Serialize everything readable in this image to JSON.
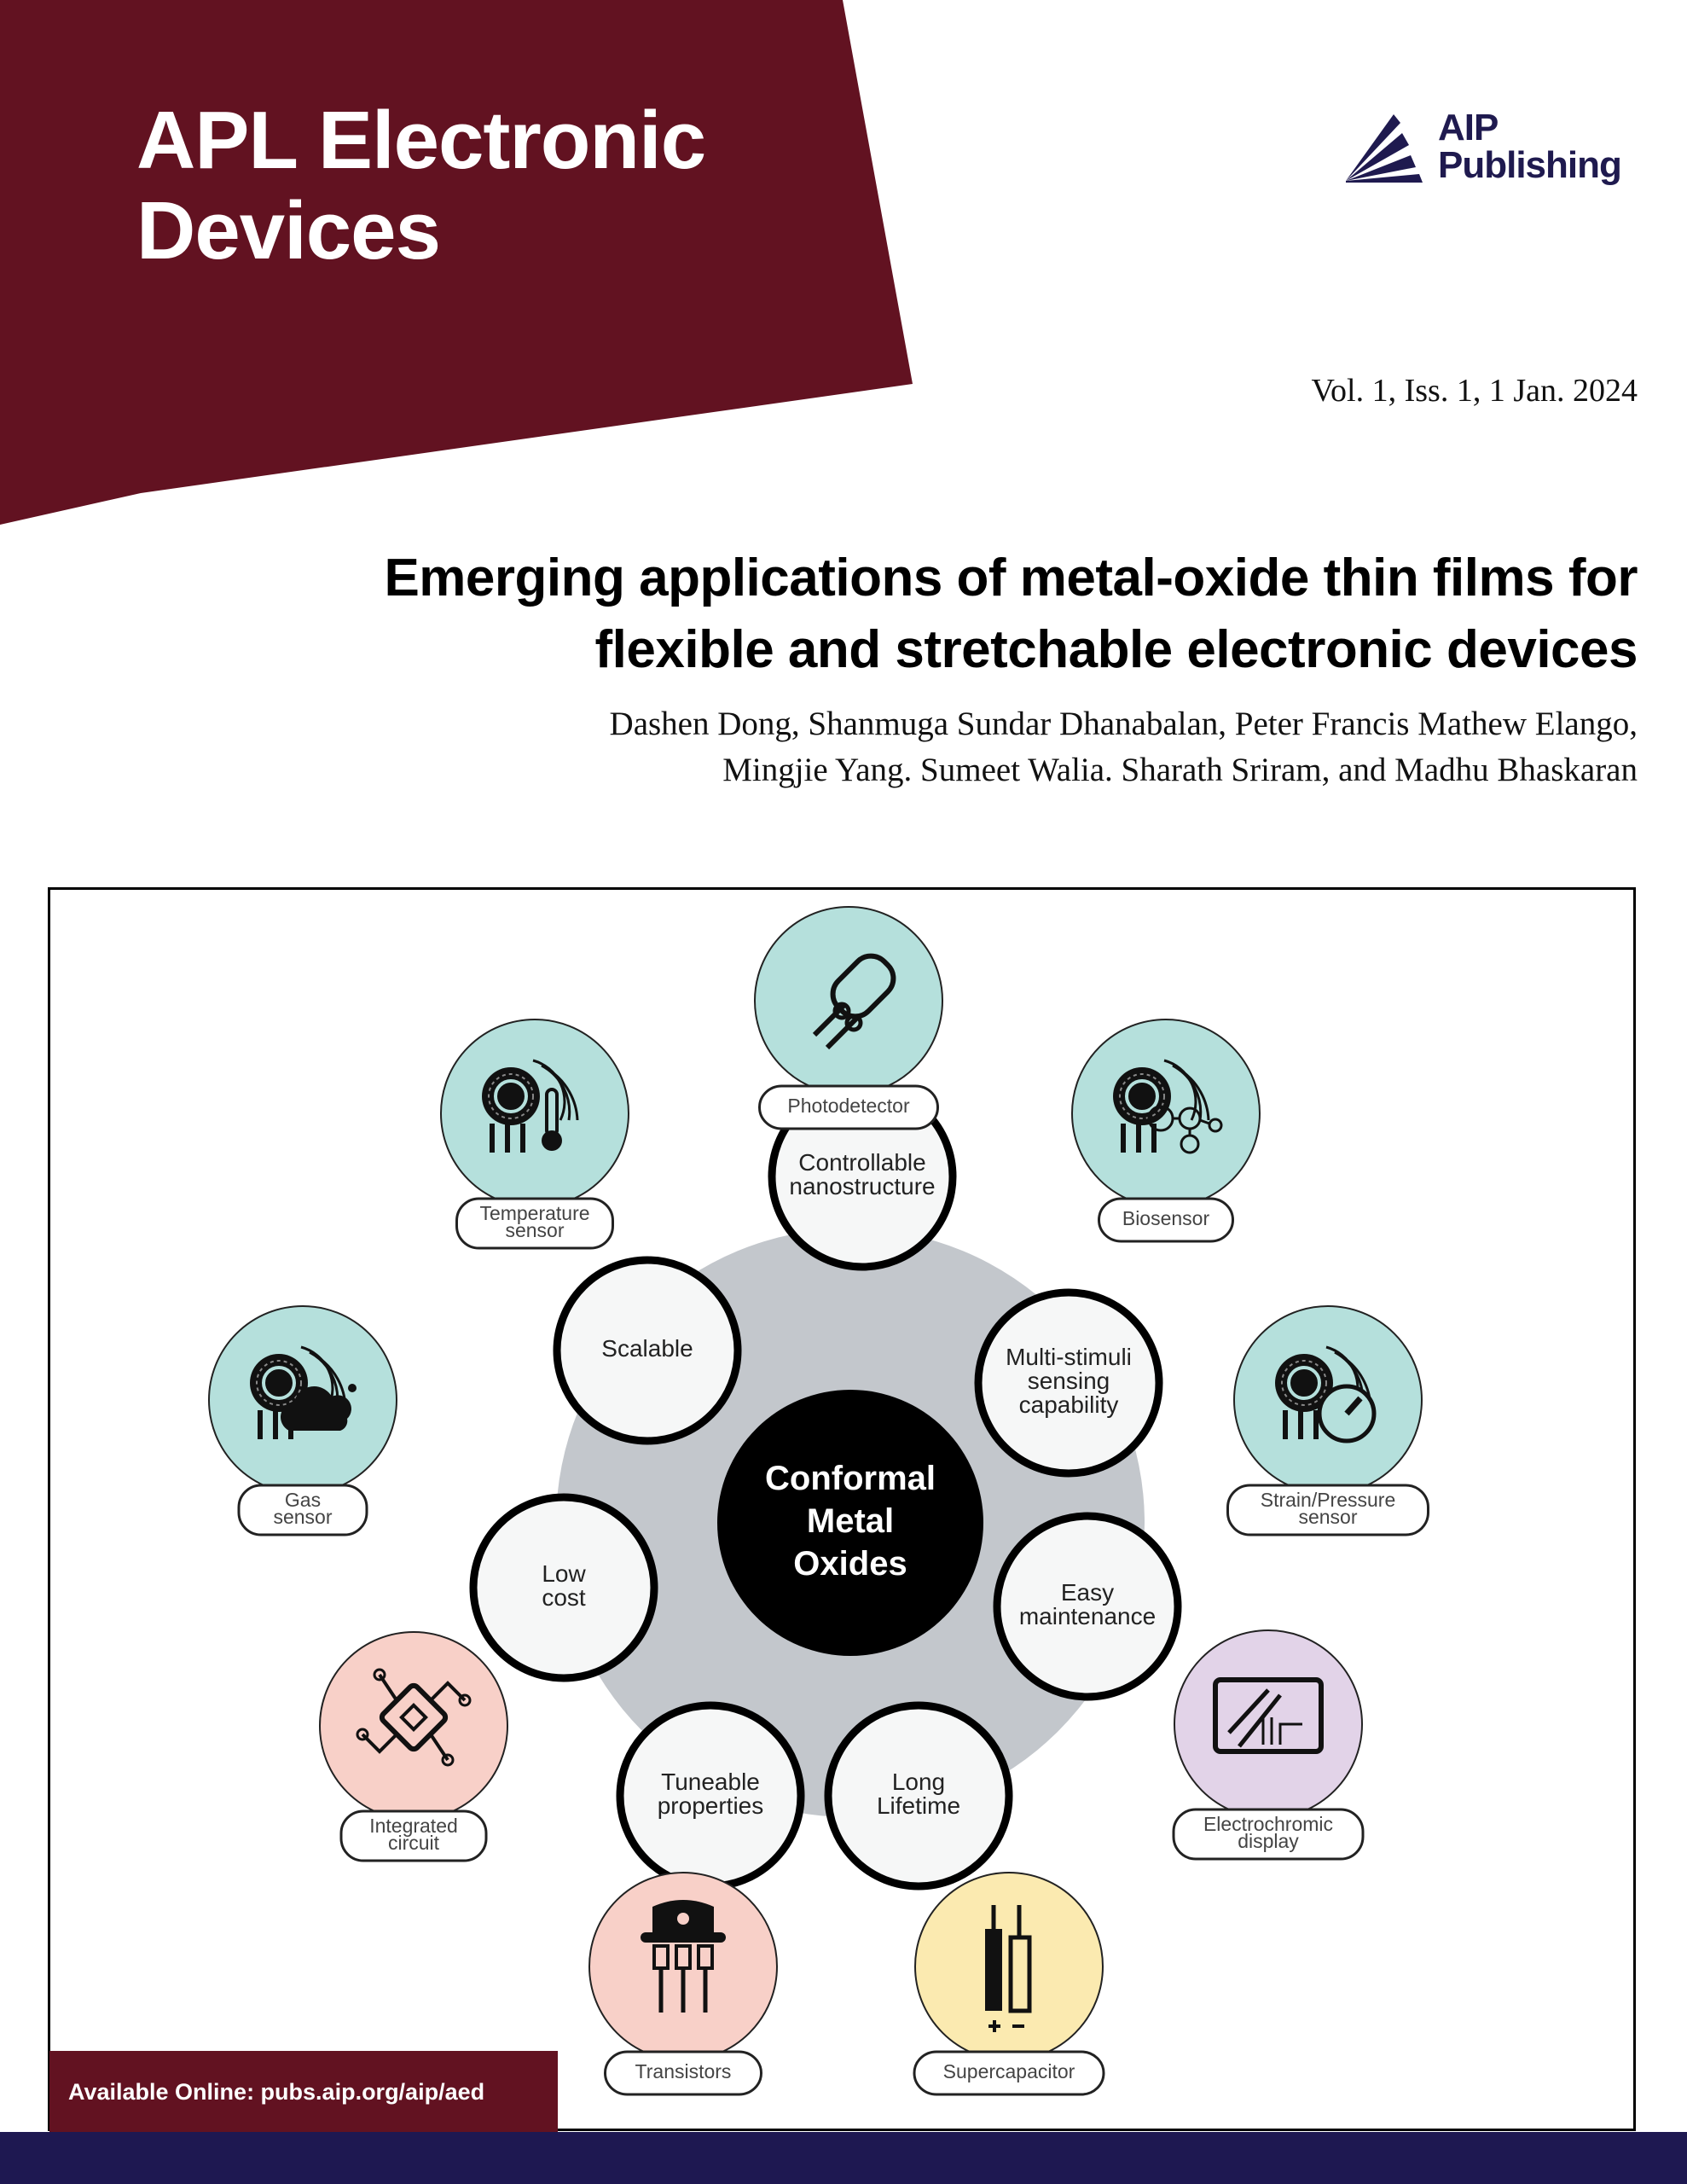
{
  "journal": {
    "title_line1": "APL Electronic",
    "title_line2": "Devices",
    "brand_color": "#621221"
  },
  "publisher": {
    "logo_line1": "AIP",
    "logo_line2": "Publishing",
    "logo_color": "#1f1a4f",
    "logo_icon": "fan-triangle-icon"
  },
  "issue": "Vol. 1, Iss. 1, 1 Jan.  2024",
  "article": {
    "title_line1": "Emerging applications of metal-oxide thin films for",
    "title_line2": "flexible and stretchable electronic devices",
    "authors_line1": "Dashen Dong, Shanmuga Sundar Dhanabalan, Peter Francis Mathew Elango,",
    "authors_line2": "Mingjie Yang. Sumeet Walia. Sharath Sriram, and Madhu Bhaskaran"
  },
  "figure": {
    "center": [
      "Conformal",
      "Metal",
      "Oxides"
    ],
    "properties": [
      {
        "lines": [
          "Controllable",
          "nanostructure"
        ]
      },
      {
        "lines": [
          "Multi-stimuli",
          "sensing",
          "capability"
        ]
      },
      {
        "lines": [
          "Easy",
          "maintenance"
        ]
      },
      {
        "lines": [
          "Long",
          "Lifetime"
        ]
      },
      {
        "lines": [
          "Tuneable",
          "properties"
        ]
      },
      {
        "lines": [
          "Low",
          "cost"
        ]
      },
      {
        "lines": [
          "Scalable"
        ]
      }
    ],
    "applications": [
      {
        "lines": [
          "Photodetector"
        ],
        "icon": "photodetector-icon",
        "color": "#b5e0dc"
      },
      {
        "lines": [
          "Biosensor"
        ],
        "icon": "biosensor-icon",
        "color": "#b5e0dc"
      },
      {
        "lines": [
          "Strain/Pressure",
          "sensor"
        ],
        "icon": "pressure-gauge-icon",
        "color": "#b5e0dc"
      },
      {
        "lines": [
          "Electrochromic",
          "display"
        ],
        "icon": "display-icon",
        "color": "#e2d3e8"
      },
      {
        "lines": [
          "Supercapacitor"
        ],
        "icon": "capacitor-icon",
        "color": "#fbeab0"
      },
      {
        "lines": [
          "Transistors"
        ],
        "icon": "transistor-icon",
        "color": "#f8d0c8"
      },
      {
        "lines": [
          "Integrated",
          "circuit"
        ],
        "icon": "chip-icon",
        "color": "#f8d0c8"
      },
      {
        "lines": [
          "Gas",
          "sensor"
        ],
        "icon": "gas-cloud-icon",
        "color": "#b5e0dc"
      },
      {
        "lines": [
          "Temperature",
          "sensor"
        ],
        "icon": "thermometer-icon",
        "color": "#b5e0dc"
      }
    ],
    "ring_color": "#c3c7cc"
  },
  "availability": "Available Online: pubs.aip.org/aip/aed",
  "footer_color": "#1e1851"
}
